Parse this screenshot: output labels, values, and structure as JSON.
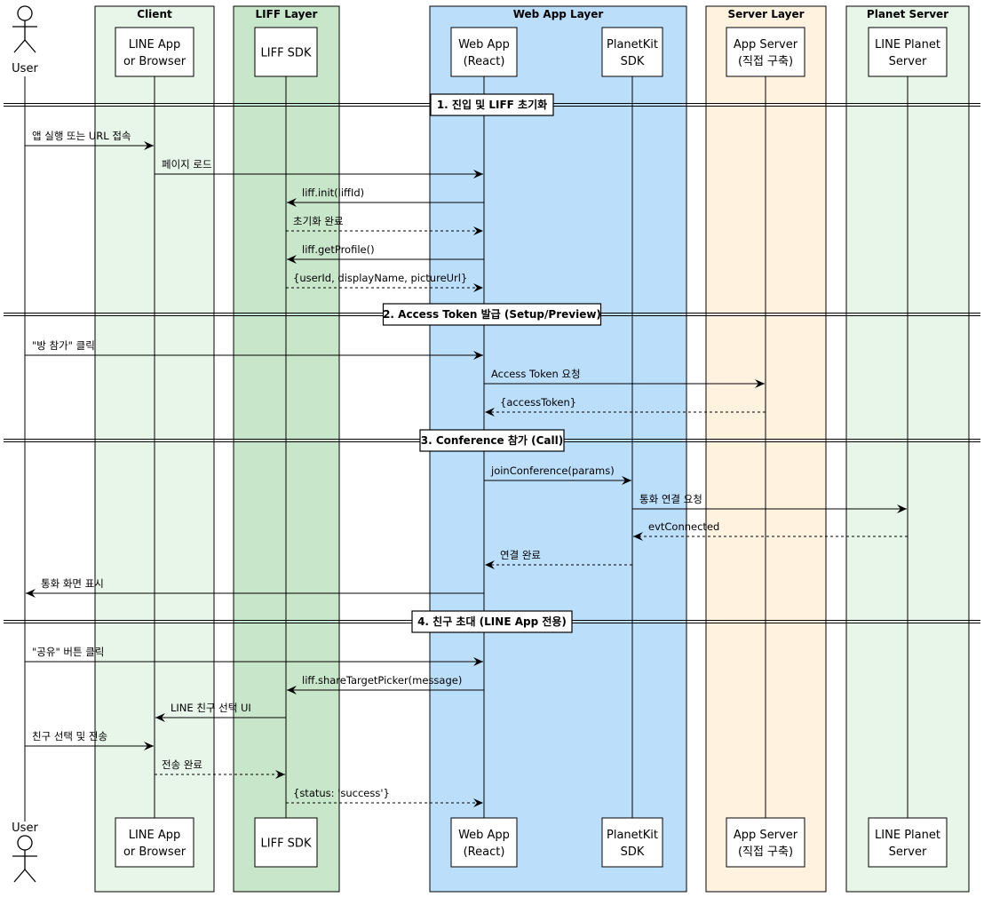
{
  "colors": {
    "client_fill": "#E8F5E9",
    "liff_fill": "#C8E6C9",
    "webapp_fill": "#BBDEFB",
    "server_fill": "#FFF3E0",
    "planet_fill": "#E8F5E9",
    "stroke": "#000000"
  },
  "groups": [
    {
      "title": "Client",
      "color": "client_fill"
    },
    {
      "title": "LIFF Layer",
      "color": "liff_fill"
    },
    {
      "title": "Web App Layer",
      "color": "webapp_fill"
    },
    {
      "title": "Server Layer",
      "color": "server_fill"
    },
    {
      "title": "Planet Server",
      "color": "planet_fill"
    }
  ],
  "actor": {
    "label": "User"
  },
  "participants": [
    {
      "lines": [
        "LINE App",
        "or Browser"
      ]
    },
    {
      "lines": [
        "LIFF SDK"
      ]
    },
    {
      "lines": [
        "Web App",
        "(React)"
      ]
    },
    {
      "lines": [
        "PlanetKit",
        "SDK"
      ]
    },
    {
      "lines": [
        "App Server",
        "(직접 구축)"
      ]
    },
    {
      "lines": [
        "LINE Planet",
        "Server"
      ]
    }
  ],
  "dividers": [
    "1. 진입 및 LIFF 초기화",
    "2. Access Token 발급 (Setup/Preview)",
    "3. Conference 참가 (Call)",
    "4. 친구 초대 (LINE App 전용)"
  ],
  "messages": [
    {
      "from": 0,
      "to": 1,
      "label": "앱 실행 또는 URL 접속",
      "dashed": false
    },
    {
      "from": 1,
      "to": 3,
      "label": "페이지 로드",
      "dashed": false
    },
    {
      "from": 3,
      "to": 2,
      "label": "liff.init(liffId)",
      "dashed": false
    },
    {
      "from": 2,
      "to": 3,
      "label": "초기화 완료",
      "dashed": true
    },
    {
      "from": 3,
      "to": 2,
      "label": "liff.getProfile()",
      "dashed": false
    },
    {
      "from": 2,
      "to": 3,
      "label": "{userId, displayName, pictureUrl}",
      "dashed": true
    },
    {
      "from": 0,
      "to": 3,
      "label": "\"방 참가\" 클릭",
      "dashed": false
    },
    {
      "from": 3,
      "to": 5,
      "label": "Access Token 요청",
      "dashed": false
    },
    {
      "from": 5,
      "to": 3,
      "label": "{accessToken}",
      "dashed": true
    },
    {
      "from": 3,
      "to": 4,
      "label": "joinConference(params)",
      "dashed": false
    },
    {
      "from": 4,
      "to": 6,
      "label": "통화 연결 요청",
      "dashed": false
    },
    {
      "from": 6,
      "to": 4,
      "label": "evtConnected",
      "dashed": true
    },
    {
      "from": 4,
      "to": 3,
      "label": "연결 완료",
      "dashed": true
    },
    {
      "from": 3,
      "to": 0,
      "label": "통화 화면 표시",
      "dashed": false
    },
    {
      "from": 0,
      "to": 3,
      "label": "\"공유\" 버튼 클릭",
      "dashed": false
    },
    {
      "from": 3,
      "to": 2,
      "label": "liff.shareTargetPicker(message)",
      "dashed": false
    },
    {
      "from": 2,
      "to": 1,
      "label": "LINE 친구 선택 UI",
      "dashed": false
    },
    {
      "from": 0,
      "to": 1,
      "label": "친구 선택 및 전송",
      "dashed": false
    },
    {
      "from": 1,
      "to": 2,
      "label": "전송 완료",
      "dashed": true
    },
    {
      "from": 2,
      "to": 3,
      "label": "{status: 'success'}",
      "dashed": true
    }
  ]
}
